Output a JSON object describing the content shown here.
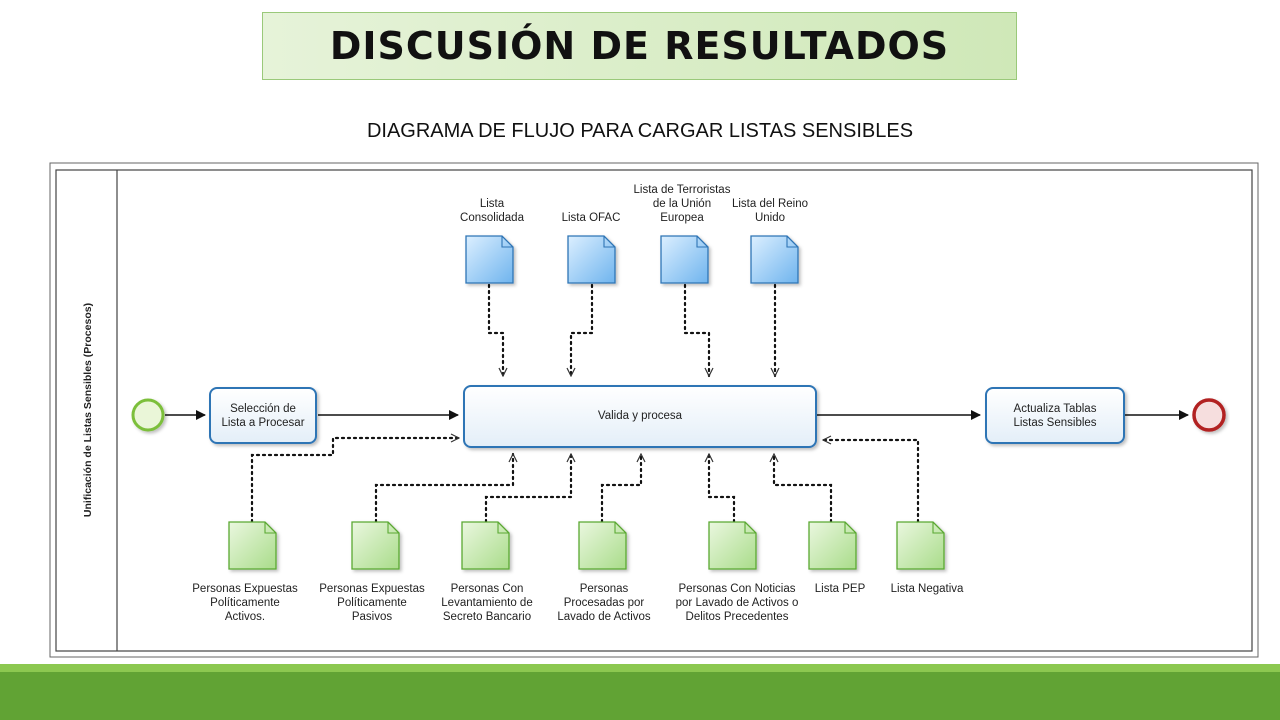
{
  "title": "DISCUSIÓN DE RESULTADOS",
  "subtitle": "DIAGRAMA DE FLUJO PARA CARGAR LISTAS SENSIBLES",
  "diagram": {
    "lane_label": "Unificación de Listas Sensibles (Procesos)",
    "tasks": {
      "select": [
        "Selección de",
        "Lista a Procesar"
      ],
      "validate": [
        "Valida y procesa"
      ],
      "update": [
        "Actualiza Tablas",
        "Listas Sensibles"
      ]
    },
    "top_documents": [
      [
        "Lista",
        "Consolidada"
      ],
      [
        "Lista OFAC"
      ],
      [
        "Lista de Terroristas",
        "de la Unión",
        "Europea"
      ],
      [
        "Lista del Reino",
        "Unido"
      ]
    ],
    "bottom_documents": [
      [
        "Personas Expuestas",
        "Políticamente",
        "Activos."
      ],
      [
        "Personas Expuestas",
        "Políticamente",
        "Pasivos"
      ],
      [
        "Personas Con",
        "Levantamiento de",
        "Secreto Bancario"
      ],
      [
        "Personas",
        "Procesadas por",
        "Lavado de Activos"
      ],
      [
        "Personas Con Noticias",
        "por Lavado de Activos o",
        "Delitos Precedentes"
      ],
      [
        "Lista PEP"
      ],
      [
        "Lista Negativa"
      ]
    ]
  }
}
